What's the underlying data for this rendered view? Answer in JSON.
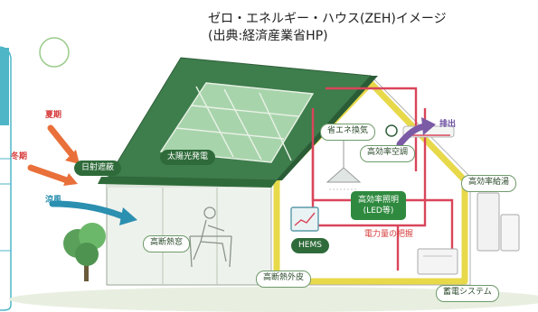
{
  "caption": {
    "line1": "ゼロ・エネルギー・ハウス(ZEH)イメージ",
    "line2": "(出典:経済産業省HP)"
  },
  "labels": {
    "summer": "夏期",
    "winter": "冬期",
    "cool_breeze": "涼風",
    "sun_shading": "日射遮蔽",
    "solar_power": "太陽光発電",
    "insulated_window": "高断熱窓",
    "insulated_envelope": "高断熱外皮",
    "hems": "HEMS",
    "ventilation": "省エネ換気",
    "exhaust": "排出",
    "efficient_aircon": "高効率空調",
    "efficient_lighting_1": "高効率照明",
    "efficient_lighting_2": "(LED等)",
    "power_visualization": "電力量の把握",
    "efficient_water_heater": "高効率給湯",
    "storage_battery": "蓄電システム"
  },
  "colors": {
    "roof_dark": "#3e7d4c",
    "roof_light": "#8fc49a",
    "frame_yellow": "#e8d94a",
    "line_red": "#d9455a",
    "arrow_orange": "#e9703a",
    "arrow_blue": "#2b8fb0",
    "arrow_purple": "#7b5aa6",
    "panel_green": "#2f8a3f"
  }
}
